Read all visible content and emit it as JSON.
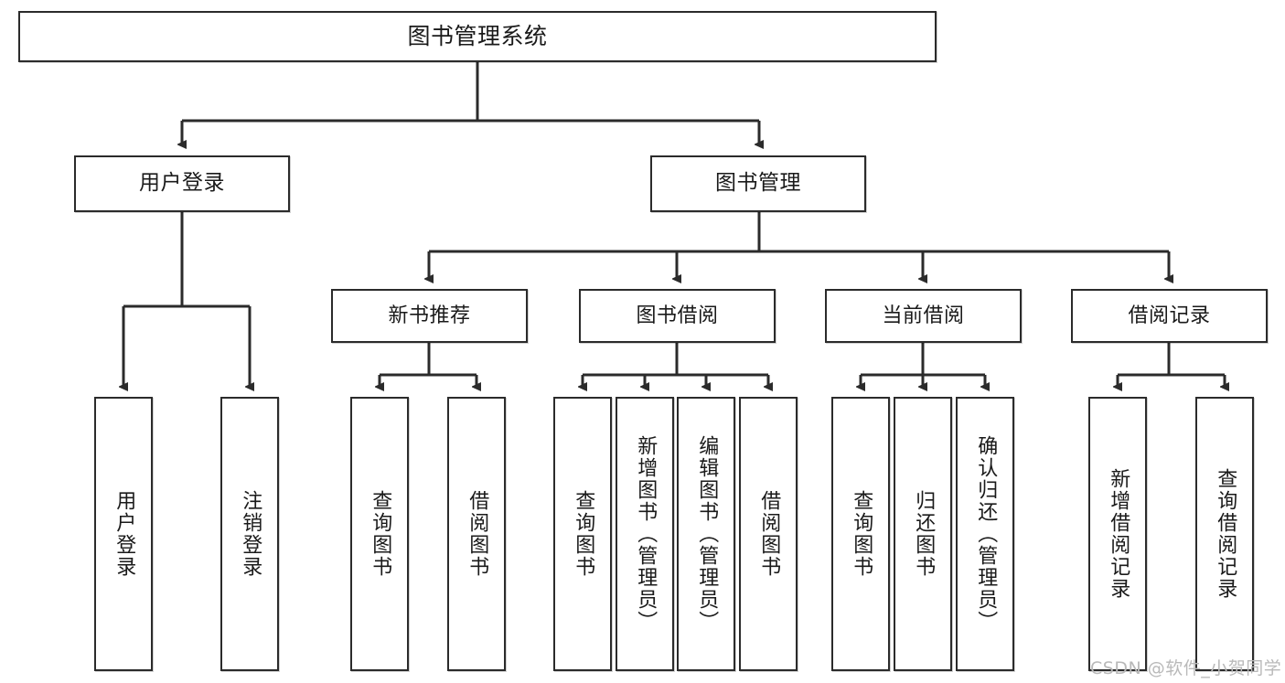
{
  "diagram": {
    "title": "图书管理系统",
    "type": "tree",
    "line_color": "#2b2b2b",
    "box_fill": "#ffffff",
    "text_color": "#1a1a1a",
    "watermark": "CSDN @软件_小贺同学",
    "watermark_color": "#b9b9b9"
  },
  "nodes": {
    "root": {
      "label": "图书管理系统"
    },
    "level2": [
      {
        "label": "用户登录"
      },
      {
        "label": "图书管理"
      }
    ],
    "level3": [
      {
        "label": "新书推荐"
      },
      {
        "label": "图书借阅"
      },
      {
        "label": "当前借阅"
      },
      {
        "label": "借阅记录"
      }
    ],
    "leaves": {
      "user_login": [
        {
          "label": "用户登录"
        },
        {
          "label": "注销登录"
        }
      ],
      "new_book": [
        {
          "label": "查询图书"
        },
        {
          "label": "借阅图书"
        }
      ],
      "book_borrow": [
        {
          "label": "查询图书"
        },
        {
          "label": "新增图书（管理员）"
        },
        {
          "label": "编辑图书（管理员）"
        },
        {
          "label": "借阅图书"
        }
      ],
      "current_borrow": [
        {
          "label": "查询图书"
        },
        {
          "label": "归还图书"
        },
        {
          "label": "确认归还（管理员）"
        }
      ],
      "borrow_record": [
        {
          "label": "新增借阅记录"
        },
        {
          "label": "查询借阅记录"
        }
      ]
    }
  }
}
